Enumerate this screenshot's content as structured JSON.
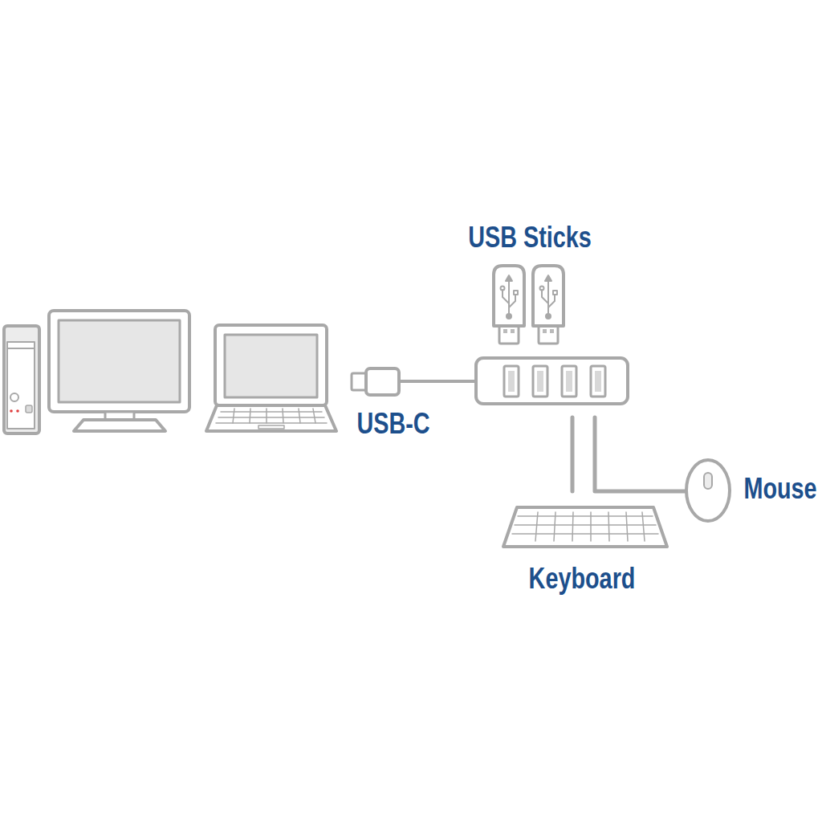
{
  "diagram": {
    "labels": [
      "USB Sticks",
      "USB-C",
      "Mouse",
      "Keyboard"
    ]
  }
}
